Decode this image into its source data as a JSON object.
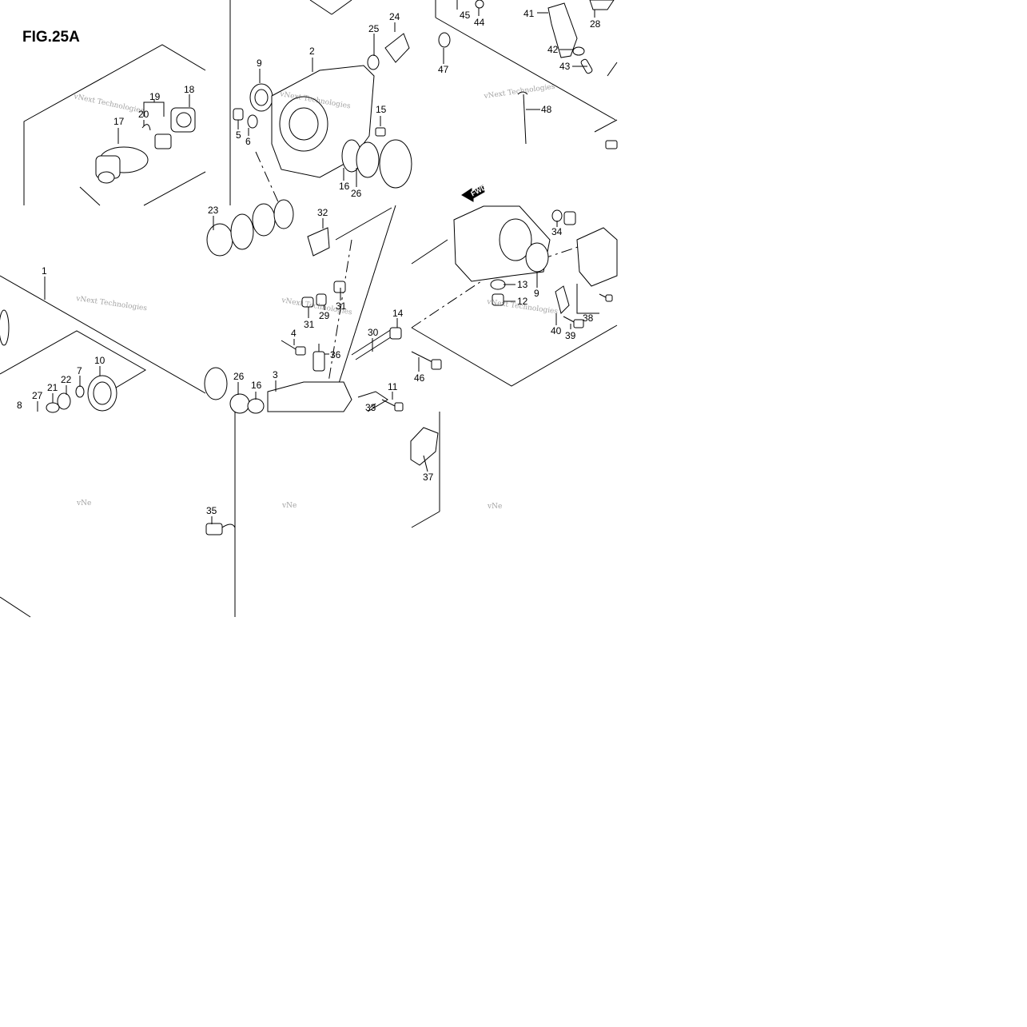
{
  "figure": {
    "title": "FIG.25A"
  },
  "watermark": {
    "text": "vNext Technologies",
    "partial": "vNe"
  },
  "fwd_arrow": {
    "label": "FWD"
  },
  "callouts": [
    "1",
    "2",
    "3",
    "4",
    "5",
    "6",
    "7",
    "8",
    "9",
    "9b",
    "10",
    "11",
    "12",
    "13",
    "14",
    "15",
    "16",
    "16b",
    "17",
    "18",
    "19",
    "20",
    "21",
    "22",
    "23",
    "24",
    "25",
    "26",
    "26b",
    "27",
    "28",
    "29",
    "30",
    "31",
    "31b",
    "32",
    "33",
    "34",
    "35",
    "36",
    "37",
    "38",
    "39",
    "40",
    "41",
    "42",
    "43",
    "44",
    "45",
    "46",
    "47",
    "48"
  ],
  "labels": {
    "1": "1",
    "2": "2",
    "3": "3",
    "4": "4",
    "5": "5",
    "6": "6",
    "7": "7",
    "8": "8",
    "9": "9",
    "9b": "9",
    "10": "10",
    "11": "11",
    "12": "12",
    "13": "13",
    "14": "14",
    "15": "15",
    "16": "16",
    "16b": "16",
    "17": "17",
    "18": "18",
    "19": "19",
    "20": "20",
    "21": "21",
    "22": "22",
    "23": "23",
    "24": "24",
    "25": "25",
    "26": "26",
    "26b": "26",
    "27": "27",
    "28": "28",
    "29": "29",
    "30": "30",
    "31": "31",
    "31b": "31",
    "32": "32",
    "33": "33",
    "34": "34",
    "35": "35",
    "36": "36",
    "37": "37",
    "38": "38",
    "39": "39",
    "40": "40",
    "41": "41",
    "42": "42",
    "43": "43",
    "44": "44",
    "45": "45",
    "46": "46",
    "47": "47",
    "48": "48"
  }
}
